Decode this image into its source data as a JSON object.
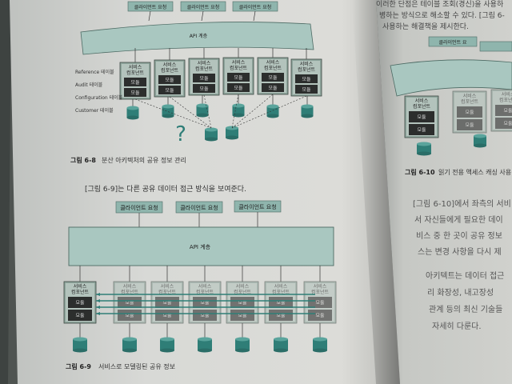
{
  "left_page": {
    "fig8": {
      "client_request_label": "클라이언트 요청",
      "api_label": "API 계층",
      "service_label_line1": "서비스",
      "service_label_line2": "컴포넌트",
      "module_label": "모듈",
      "row_labels": [
        "Reference 테이블",
        "Audit 테이블",
        "Configuration 테이블",
        "Customer 테이블"
      ],
      "question_mark": "?",
      "caption_number": "그림 6-8",
      "caption_text": "분산 아키텍처의 공유 정보 관리"
    },
    "body_line": "[그림 6-9]는 다른 공유 데이터 접근 방식을 보여준다.",
    "fig9": {
      "client_request_label": "클라이언트 요청",
      "api_label": "API 계층",
      "service_label_line1": "서비스",
      "service_label_line2": "컴포넌트",
      "module_label": "모듈",
      "caption_number": "그림 6-9",
      "caption_text": "서비스로 모델링된 공유 정보"
    }
  },
  "right_page": {
    "lines_top": [
      "이러한 단점은 테이블 조회(경신)을 사용하",
      "병하는 방식으로 해소할 수 있다. [그림 6-",
      "사용하는 해결책을 제시한다."
    ],
    "fig10": {
      "client_request_label": "클라이언트 요",
      "service_label_line1": "서비스",
      "service_label_line2": "컴포넌트",
      "module_label": "모듈",
      "caption_number": "그림 6-10",
      "caption_text": "읽기 전용 액세스 캐싱 사용"
    },
    "lines_bottom": [
      "[그림 6-10]에서 좌측의 서비",
      "서 자신들에게 필요한 데이",
      "비스 중 한 곳이 공유 정보",
      "스는 변경 사항을 다시 제",
      "아키텍트는 데이터 접근",
      "리 화장성, 내고장성",
      "관계 등의 최신 기술들",
      "자세히 다룬다."
    ]
  }
}
